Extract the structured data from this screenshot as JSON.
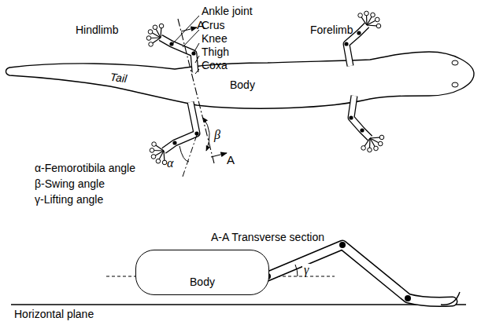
{
  "diagram": {
    "nodes": [
      {
        "text": [
          "Body"
        ]
      }
    ],
    "labels": [
      "Ankle joint",
      "Crus",
      "Knee",
      "Thigh",
      "Coxa",
      "A",
      "Hindlimb",
      "Forelimb",
      "Tail",
      "Body",
      "β",
      "α",
      "A",
      "α-Femorotibila angle",
      "β-Swing angle",
      "γ-Lifting angle",
      "A-A Transverse section",
      "γ",
      "Horizontal plane"
    ]
  }
}
